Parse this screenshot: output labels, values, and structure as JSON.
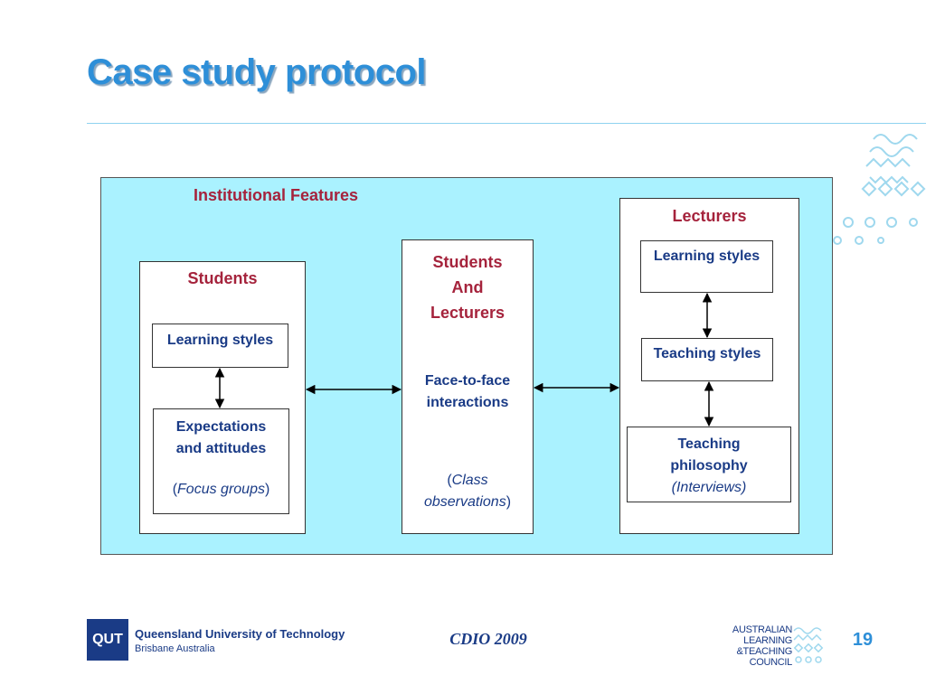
{
  "slide": {
    "title": "Case study protocol",
    "page_number": "19",
    "footer_center": "CDIO 2009"
  },
  "diagram": {
    "panel_label": "Institutional Features",
    "students": {
      "heading": "Students",
      "learning_styles": "Learning styles",
      "expectations_line1": "Expectations",
      "expectations_line2": "and attitudes",
      "method_open": "(",
      "method": "Focus groups",
      "method_close": ")"
    },
    "center": {
      "heading_line1": "Students",
      "heading_line2": "And",
      "heading_line3": "Lecturers",
      "interaction_line1": "Face-to-face",
      "interaction_line2": "interactions",
      "method_open": "(",
      "method_line1": "Class",
      "method_line2": "observations",
      "method_close": ")"
    },
    "lecturers": {
      "heading": "Lecturers",
      "learning_styles": "Learning styles",
      "teaching_styles": "Teaching styles",
      "philosophy_line1": "Teaching",
      "philosophy_line2": "philosophy",
      "method": "(Interviews)"
    }
  },
  "logos": {
    "qut_mark": "QUT",
    "qut_name": "Queensland University of Technology",
    "qut_location": "Brisbane Australia",
    "altc_line1": "AUSTRALIAN",
    "altc_line2": "LEARNING",
    "altc_line3": "&TEACHING",
    "altc_line4": "COUNCIL"
  },
  "colors": {
    "title": "#2e8fd8",
    "panel_fill": "#aaf2ff",
    "heading_red": "#a5233c",
    "text_blue": "#1a3b86"
  }
}
